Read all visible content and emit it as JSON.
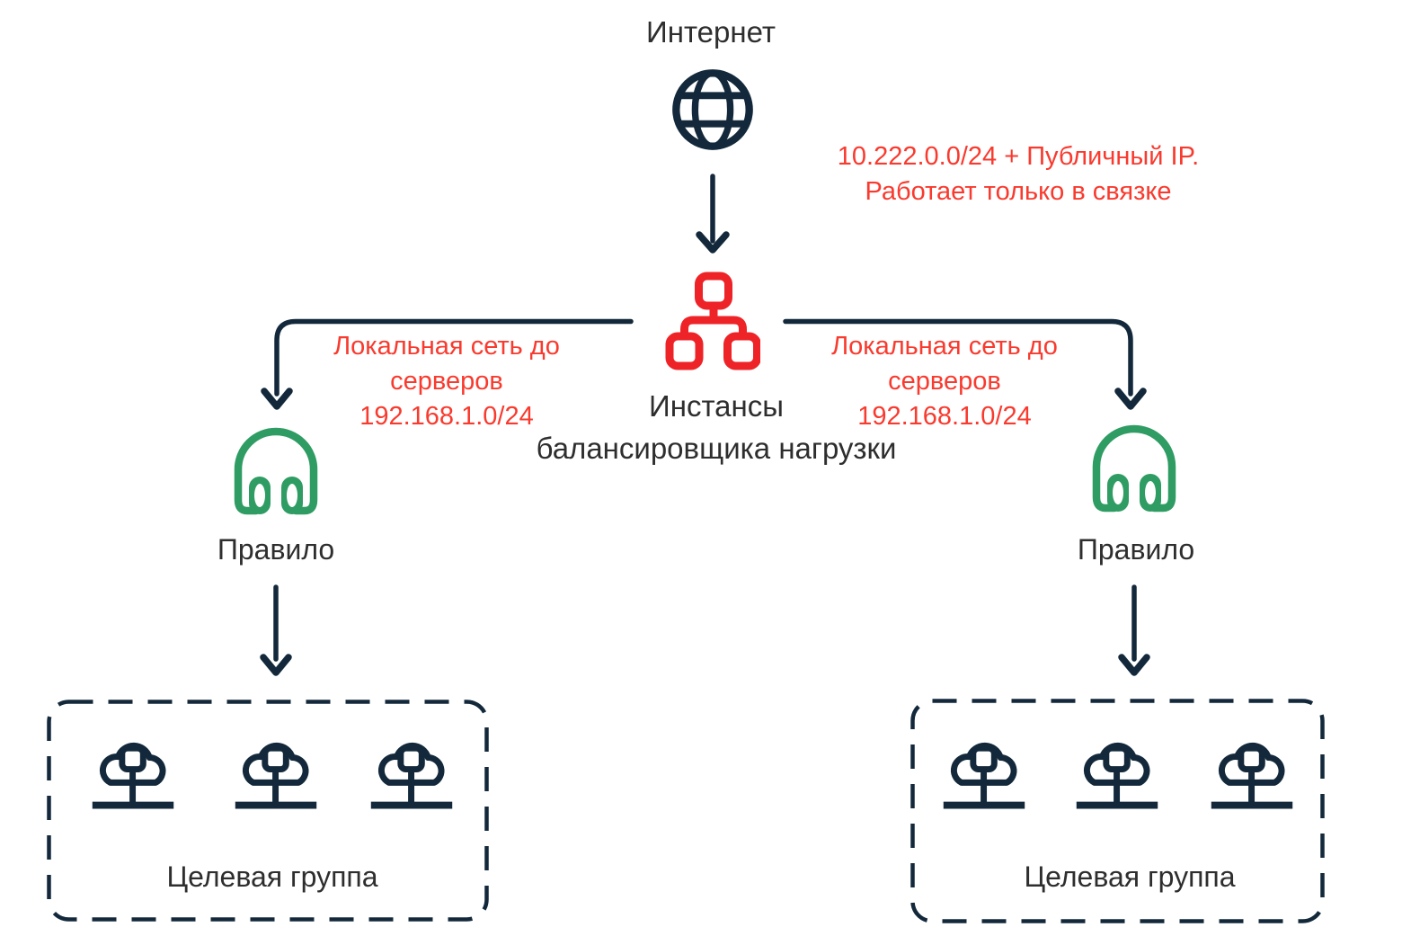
{
  "colors": {
    "navy": "#13293b",
    "red-icon": "#ee2328",
    "red-text": "#f93a2e",
    "green": "#2f9c63",
    "label": "#2e2e2e"
  },
  "nodes": {
    "internet": {
      "label": "Интернет",
      "icon": "globe-icon"
    },
    "load_balancer": {
      "label_line1": "Инстансы",
      "label_line2": "балансировщика нагрузки",
      "icon": "load-balancer-icon"
    },
    "rule_left": {
      "label": "Правило",
      "icon": "headphones-icon"
    },
    "rule_right": {
      "label": "Правило",
      "icon": "headphones-icon"
    },
    "target_group_left": {
      "label": "Целевая группа",
      "icon": "cloud-server-icon",
      "server_count": 3
    },
    "target_group_right": {
      "label": "Целевая группа",
      "icon": "cloud-server-icon",
      "server_count": 3
    }
  },
  "annotations": {
    "public_network": {
      "lines": [
        "10.222.0.0/24 + Публичный IP.",
        "Работает только в связке"
      ]
    },
    "local_network_left": {
      "lines": [
        "Локальная сеть до",
        "серверов",
        "192.168.1.0/24"
      ]
    },
    "local_network_right": {
      "lines": [
        "Локальная сеть до",
        "серверов",
        "192.168.1.0/24"
      ]
    }
  }
}
